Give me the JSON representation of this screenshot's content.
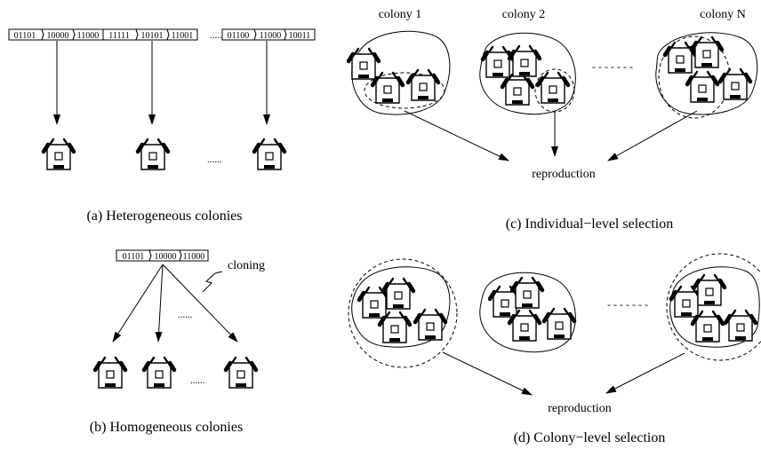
{
  "panel_a": {
    "caption": "(a) Heterogeneous colonies",
    "genome_groups": [
      [
        "01101",
        "10000",
        "11000"
      ],
      [
        "11111",
        "10101",
        "11001"
      ],
      [
        "01100",
        "11000",
        "10011"
      ]
    ],
    "genome_ellipsis": "......",
    "robot_ellipsis": "......"
  },
  "panel_b": {
    "caption": "(b) Homogeneous colonies",
    "genome": [
      "01101",
      "10000",
      "11000"
    ],
    "cloning_label": "cloning",
    "arrow_ellipsis": "......",
    "robot_ellipsis": "......"
  },
  "panel_c": {
    "caption": "(c) Individual−level selection",
    "colony_labels": [
      "colony 1",
      "colony 2",
      "colony N"
    ],
    "dashes": "- - - - - - -",
    "reproduction_label": "reproduction"
  },
  "panel_d": {
    "caption": "(d) Colony−level selection",
    "dashes": "- - - - - - -",
    "reproduction_label": "reproduction"
  }
}
